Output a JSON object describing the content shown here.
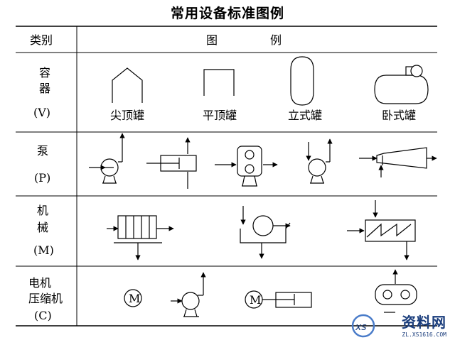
{
  "title": "常用设备标准图例",
  "header": {
    "category": "类别",
    "legend_left": "图",
    "legend_right": "例"
  },
  "rows": {
    "container": {
      "line1": "容",
      "line2": "器",
      "code": "(V)",
      "labels": [
        "尖顶罐",
        "平顶罐",
        "立式罐",
        "卧式罐"
      ]
    },
    "pump": {
      "line1": "泵",
      "code": "(P)"
    },
    "machinery": {
      "line1": "机",
      "line2": "械",
      "code": "(M)"
    },
    "motor": {
      "line1": "电机",
      "line2": "压缩机",
      "code": "(C)",
      "motor_symbol": "M",
      "motor_symbol2": "M"
    }
  },
  "watermark": {
    "text": "资料网",
    "url": "ZL.XS1616.COM"
  },
  "colors": {
    "line": "#000000",
    "watermark": "#1a3d7c"
  }
}
